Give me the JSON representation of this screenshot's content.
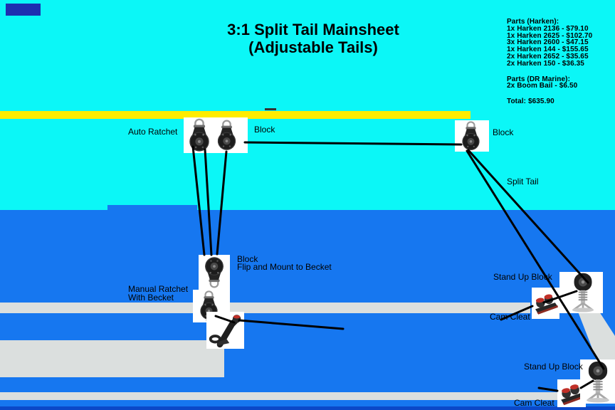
{
  "title": {
    "line1": "3:1 Split Tail Mainsheet",
    "line2": "(Adjustable Tails)"
  },
  "parts": {
    "harken_header": "Parts (Harken):",
    "harken_items": [
      "1x Harken 2136 - $79.10",
      "1x Harken 2625 - $102.70",
      "3x Harken 2600 - $47.15",
      "1x Harken 144 - $155.65",
      "2x Harken 2652 - $35.65",
      "2x Harken 150 - $36.35"
    ],
    "dr_header": "Parts (DR Marine):",
    "dr_items": [
      "2x Boom Bail - $6.50"
    ],
    "total": "Total:  $635.90"
  },
  "labels": {
    "auto_ratchet": "Auto Ratchet",
    "block_left": "Block",
    "block_right": "Block",
    "split_tail": "Split Tail",
    "block_middle": "Block",
    "flip_mount": "Flip and Mount to Becket",
    "manual_ratchet_line1": "Manual Ratchet",
    "manual_ratchet_line2": "With Becket",
    "stand_up_block_upper": "Stand Up Block",
    "cam_cleat_upper": "Cam Cleat",
    "stand_up_block_lower": "Stand Up Block",
    "cam_cleat_lower": "Cam Cleat"
  },
  "colors": {
    "sky_cyan": "#0BF7F7",
    "boom_yellow": "#FFEC00",
    "water_blue": "#1677F0",
    "deck_gray": "#DBDFDE",
    "bottom_navy": "#0B48C8",
    "topleft_navy": "#1D2FB0",
    "rope_black": "#000000",
    "cleat_red": "#C03028",
    "block_dark": "#1C1C1C"
  }
}
